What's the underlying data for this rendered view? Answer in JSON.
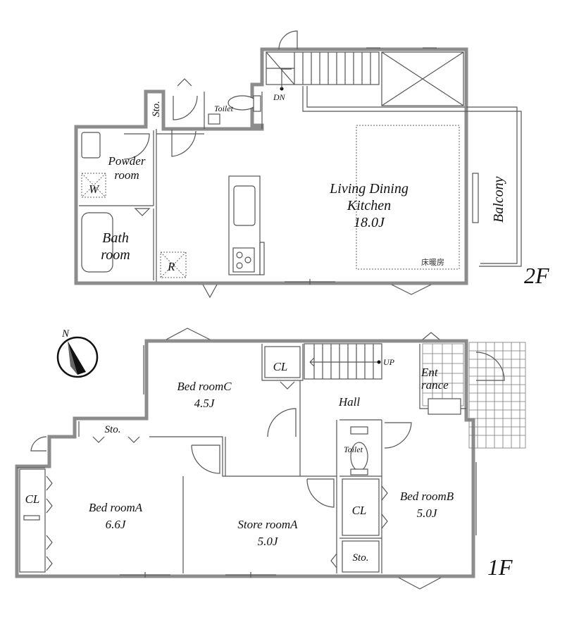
{
  "floors": {
    "second": {
      "label": "2F",
      "rooms": {
        "ldk_name_1": "Living Dining",
        "ldk_name_2": "Kitchen",
        "ldk_size": "18.0J",
        "floor_heating": "床暖房",
        "balcony": "Balcony",
        "powder_1": "Powder",
        "powder_2": "room",
        "bath_1": "Bath",
        "bath_2": "room",
        "toilet": "Toilet",
        "storage": "Sto.",
        "washer": "W",
        "fridge": "R",
        "stairs_down": "DN"
      }
    },
    "first": {
      "label": "1F",
      "rooms": {
        "bed_c_name": "Bed roomC",
        "bed_c_size": "4.5J",
        "closet_c": "CL",
        "hall": "Hall",
        "stairs_up": "UP",
        "entrance_1": "Ent",
        "entrance_2": "rance",
        "storage_a": "Sto.",
        "bed_a_name": "Bed roomA",
        "bed_a_size": "6.6J",
        "closet_a": "CL",
        "store_a_name": "Store roomA",
        "store_a_size": "5.0J",
        "toilet": "Toilet",
        "closet_b": "CL",
        "storage_b": "Sto.",
        "bed_b_name": "Bed roomB",
        "bed_b_size": "5.0J"
      }
    }
  },
  "compass": {
    "north": "N"
  }
}
